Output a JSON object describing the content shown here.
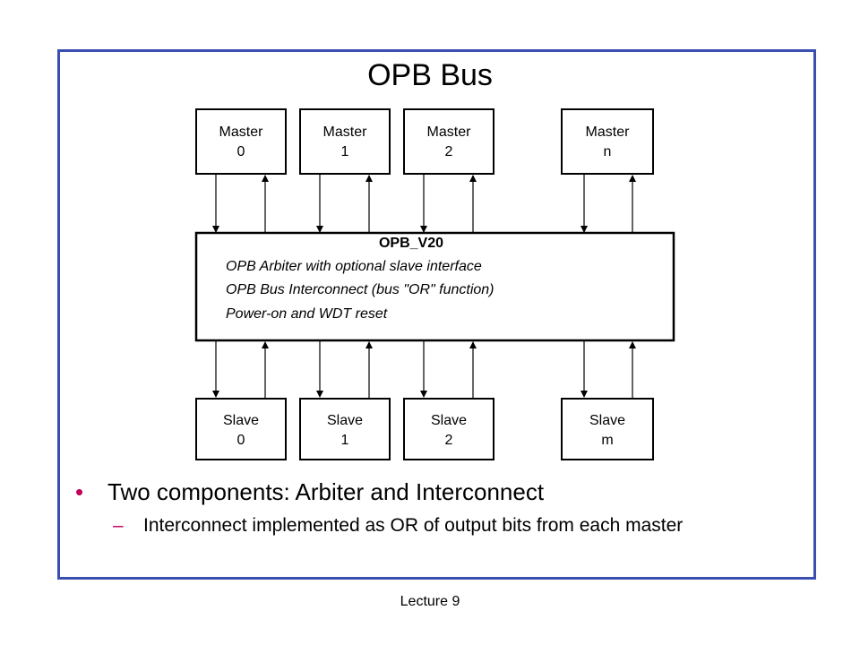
{
  "slide": {
    "title": "OPB Bus",
    "footer": "Lecture 9",
    "accent_color": "#3a4fb0",
    "bullet_color": "#c0005a"
  },
  "diagram": {
    "masters": [
      {
        "line1": "Master",
        "line2": "0"
      },
      {
        "line1": "Master",
        "line2": "1"
      },
      {
        "line1": "Master",
        "line2": "2"
      },
      {
        "line1": "Master",
        "line2": "n"
      }
    ],
    "slaves": [
      {
        "line1": "Slave",
        "line2": "0"
      },
      {
        "line1": "Slave",
        "line2": "1"
      },
      {
        "line1": "Slave",
        "line2": "2"
      },
      {
        "line1": "Slave",
        "line2": "m"
      }
    ],
    "bus": {
      "name": "OPB_V20",
      "lines": [
        "OPB Arbiter with optional slave interface",
        "OPB Bus Interconnect (bus \"OR\" function)",
        "Power-on and WDT reset"
      ]
    }
  },
  "bullets": [
    {
      "text": "Two components: Arbiter and Interconnect",
      "sub": [
        "Interconnect implemented as OR of output bits from each master"
      ]
    }
  ],
  "glyphs": {
    "bullet": "•",
    "dash": "–"
  }
}
